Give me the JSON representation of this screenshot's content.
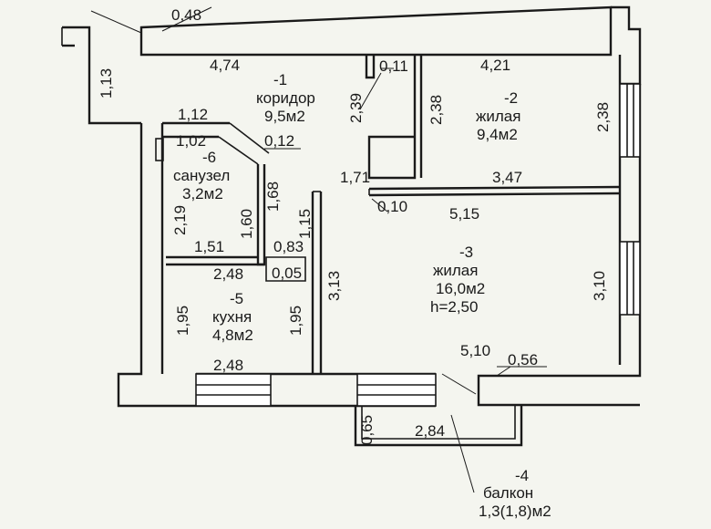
{
  "rooms": [
    {
      "num": "-1",
      "name": "коридор",
      "area": "9,5м2"
    },
    {
      "num": "-2",
      "name": "жилая",
      "area": "9,4м2"
    },
    {
      "num": "-3",
      "name": "жилая",
      "area": "16,0м2",
      "height": "h=2,50"
    },
    {
      "num": "-4",
      "name": "балкон",
      "area": "1,3(1,8)м2"
    },
    {
      "num": "-5",
      "name": "кухня",
      "area": "4,8м2"
    },
    {
      "num": "-6",
      "name": "санузел",
      "area": "3,2м2"
    }
  ],
  "dimensions": {
    "top_wall": "0,48",
    "corridor_width": "4,74",
    "room2_width": "4,21",
    "left_stub": "1,13",
    "door_top": "0,11",
    "corridor_height": "2,39",
    "room2_left": "2,38",
    "room2_right": "2,38",
    "bath_top": "1,12",
    "bath_inner": "1,02",
    "bath_door": "0,12",
    "corridor_mid": "1,71",
    "room2_bottom": "3,47",
    "partition": "0,10",
    "room3_top": "5,15",
    "bath_height": "2,19",
    "bath_right": "1,60",
    "corridor_right": "1,68",
    "corridor_low": "1,15",
    "bath_bottom": "1,51",
    "kitchen_nook": "0,83",
    "kitchen_top": "2,48",
    "kitchen_gap": "0,05",
    "room3_left": "3,13",
    "room3_right": "3,10",
    "kitchen_left": "1,95",
    "kitchen_right": "1,95",
    "room3_bottom": "5,10",
    "room3_wall": "0,56",
    "kitchen_bottom": "2,48",
    "balcony_side": "0,65",
    "balcony_width": "2,84"
  }
}
